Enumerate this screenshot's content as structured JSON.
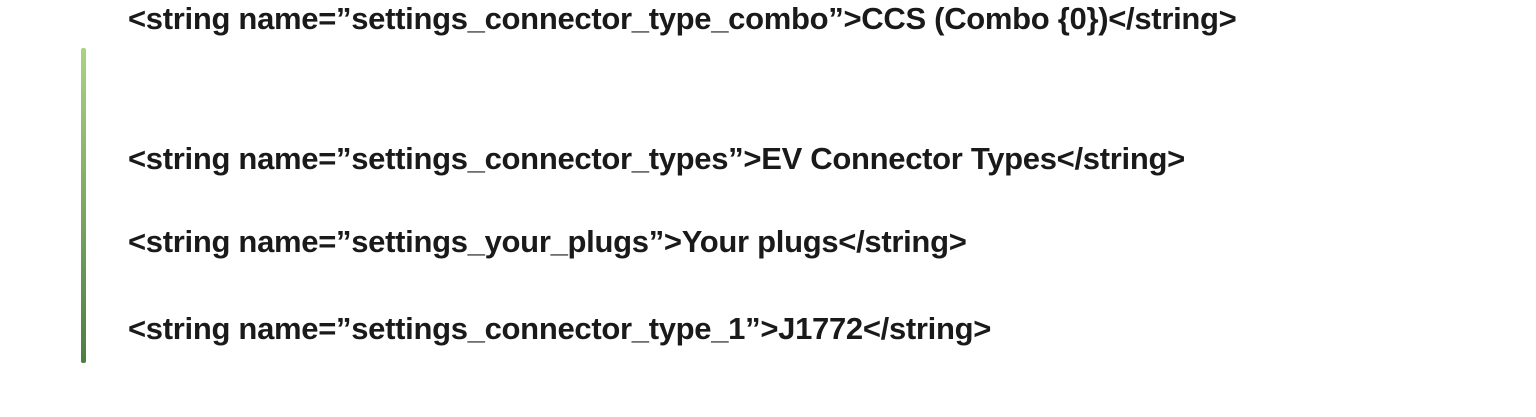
{
  "colors": {
    "accent_gradient_top": "#abd383",
    "accent_gradient_bottom": "#4e7d41",
    "text": "#1a1a1a",
    "background": "#ffffff"
  },
  "code_block": {
    "language": "xml-android-string-resources",
    "lines": [
      "<string name=”settings_connector_types”>EV Connector Types</string>",
      "<string name=”settings_your_plugs”>Your plugs</string>",
      "<string name=”settings_connector_type_1”>J1772</string>",
      "<string name=”settings_connector_type_combo”>CCS (Combo {0})</string>"
    ]
  }
}
